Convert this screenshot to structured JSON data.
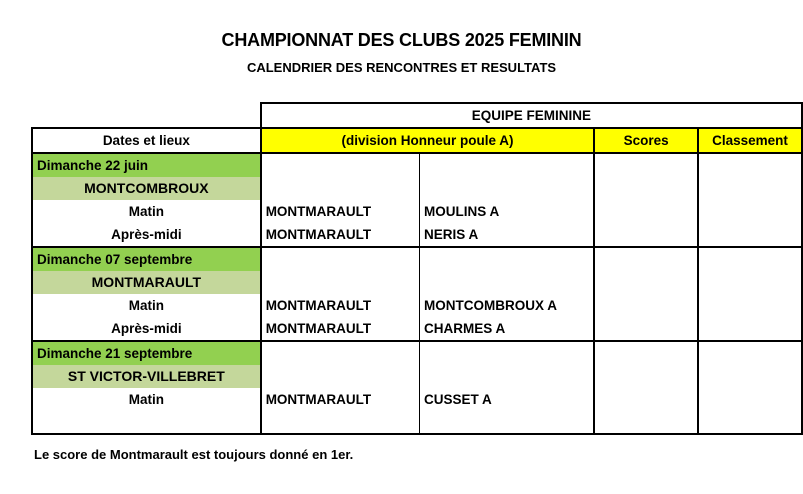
{
  "title": "CHAMPIONNAT DES CLUBS 2025 FEMININ",
  "subtitle": "CALENDRIER DES RENCONTRES ET RESULTATS",
  "table": {
    "group_header": "EQUIPE FEMININE",
    "headers": {
      "dates": "Dates et lieux",
      "division": "(division Honneur poule A)",
      "scores": "Scores",
      "ranking": "Classement"
    },
    "days": [
      {
        "date": "Dimanche 22 juin",
        "venue": "MONTCOMBROUX",
        "matches": [
          {
            "session": "Matin",
            "home": "MONTMARAULT",
            "away": "MOULINS A"
          },
          {
            "session": "Après-midi",
            "home": "MONTMARAULT",
            "away": "NERIS A"
          }
        ]
      },
      {
        "date": "Dimanche 07 septembre",
        "venue": "MONTMARAULT",
        "matches": [
          {
            "session": "Matin",
            "home": "MONTMARAULT",
            "away": "MONTCOMBROUX A"
          },
          {
            "session": "Après-midi",
            "home": "MONTMARAULT",
            "away": "CHARMES A"
          }
        ]
      },
      {
        "date": "Dimanche 21 septembre",
        "venue": "ST VICTOR-VILLEBRET",
        "matches": [
          {
            "session": "Matin",
            "home": "MONTMARAULT",
            "away": "CUSSET A"
          }
        ]
      }
    ]
  },
  "note": "Le score de Montmarault est toujours donné en 1er."
}
